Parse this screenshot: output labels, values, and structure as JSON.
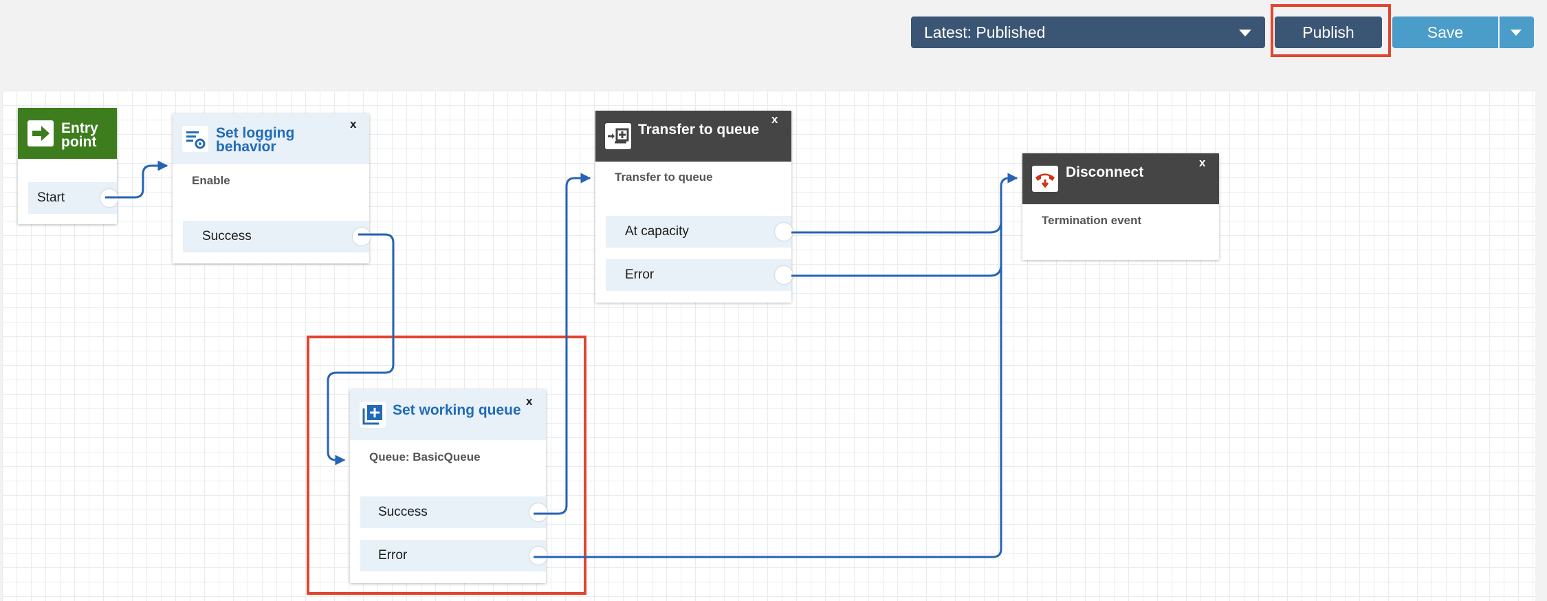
{
  "toolbar": {
    "version_label": "Latest: Published",
    "publish_label": "Publish",
    "save_label": "Save"
  },
  "blocks": {
    "entry": {
      "title_line1": "Entry",
      "title_line2": "point",
      "branch": "Start"
    },
    "logging": {
      "title_line1": "Set logging",
      "title_line2": "behavior",
      "close": "x",
      "param": "Enable",
      "branches": [
        "Success"
      ]
    },
    "transfer": {
      "title": "Transfer to queue",
      "close": "x",
      "param": "Transfer to queue",
      "branches": [
        "At capacity",
        "Error"
      ]
    },
    "disconnect": {
      "title": "Disconnect",
      "close": "x",
      "param": "Termination event"
    },
    "working_queue": {
      "title": "Set working queue",
      "close": "x",
      "param": "Queue: BasicQueue",
      "branches": [
        "Success",
        "Error"
      ]
    }
  },
  "colors": {
    "toolbar_dark": "#3b5674",
    "save_blue": "#4a9cc9",
    "highlight": "#e0452f",
    "entry_green": "#3d7d1e",
    "dark_header": "#454545",
    "block_title_blue": "#1f6bb8",
    "connector": "#2563b5"
  },
  "icons": [
    "arrow-right-icon",
    "log-settings-icon",
    "transfer-queue-icon",
    "disconnect-phone-icon",
    "queue-add-icon"
  ]
}
